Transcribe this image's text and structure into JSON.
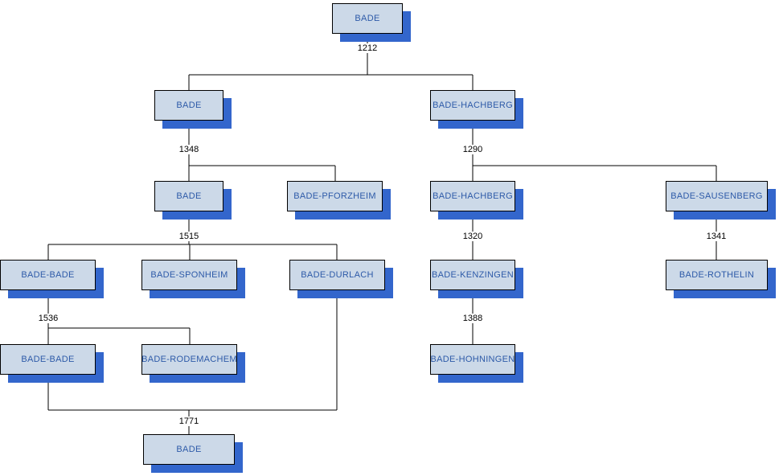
{
  "diagram": {
    "type": "family-tree",
    "subject": "House of Bade lineage",
    "colors": {
      "background": "#ffffff",
      "box_fill": "#ccd9e8",
      "box_border": "#000000",
      "box_shadow": "#3366cc",
      "box_text": "#2d5aa8",
      "connector_line": "#000000",
      "year_text": "#000000"
    },
    "nodes": [
      {
        "label": "BADE"
      },
      {
        "label": "BADE"
      },
      {
        "label": "BADE-HACHBERG"
      },
      {
        "label": "BADE"
      },
      {
        "label": "BADE-PFORZHEIM"
      },
      {
        "label": "BADE-HACHBERG"
      },
      {
        "label": "BADE-SAUSENBERG"
      },
      {
        "label": "BADE-BADE"
      },
      {
        "label": "BADE-SPONHEIM"
      },
      {
        "label": "BADE-DURLACH"
      },
      {
        "label": "BADE-KENZINGEN"
      },
      {
        "label": "BADE-ROTHELIN"
      },
      {
        "label": "BADE-BADE"
      },
      {
        "label": "BADE-RODEMACHEM"
      },
      {
        "label": "BADE-HOHNINGEN"
      },
      {
        "label": "BADE"
      }
    ],
    "years": [
      "1212",
      "1348",
      "1290",
      "1515",
      "1320",
      "1341",
      "1536",
      "1388",
      "1771"
    ],
    "edges": [
      {
        "year": "1212",
        "from": [
          "BADE"
        ],
        "to": [
          "BADE",
          "BADE-HACHBERG"
        ]
      },
      {
        "year": "1348",
        "from": [
          "BADE"
        ],
        "to": [
          "BADE",
          "BADE-PFORZHEIM"
        ]
      },
      {
        "year": "1290",
        "from": [
          "BADE-HACHBERG"
        ],
        "to": [
          "BADE-HACHBERG",
          "BADE-SAUSENBERG"
        ]
      },
      {
        "year": "1515",
        "from": [
          "BADE"
        ],
        "to": [
          "BADE-BADE",
          "BADE-SPONHEIM",
          "BADE-DURLACH"
        ]
      },
      {
        "year": "1320",
        "from": [
          "BADE-HACHBERG"
        ],
        "to": [
          "BADE-KENZINGEN"
        ]
      },
      {
        "year": "1341",
        "from": [
          "BADE-SAUSENBERG"
        ],
        "to": [
          "BADE-ROTHELIN"
        ]
      },
      {
        "year": "1536",
        "from": [
          "BADE-BADE"
        ],
        "to": [
          "BADE-BADE",
          "BADE-RODEMACHEM"
        ]
      },
      {
        "year": "1388",
        "from": [
          "BADE-KENZINGEN"
        ],
        "to": [
          "BADE-HOHNINGEN"
        ]
      },
      {
        "year": "1771",
        "from": [
          "BADE-BADE",
          "BADE-DURLACH"
        ],
        "to": [
          "BADE"
        ]
      }
    ]
  }
}
